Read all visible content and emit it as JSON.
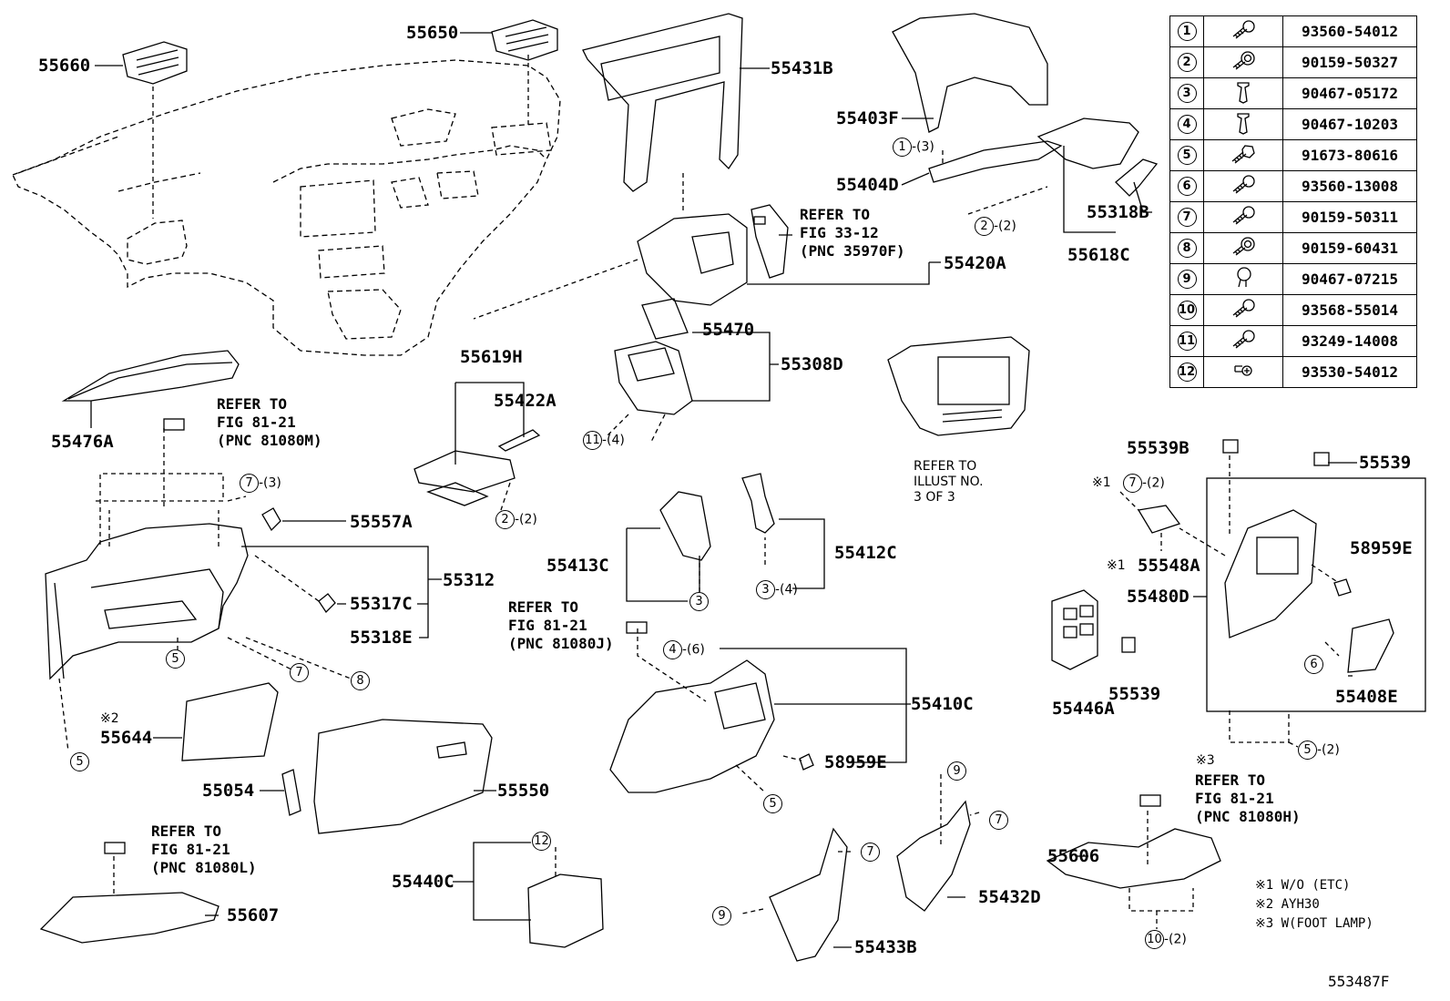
{
  "figure_code": "553487F",
  "legend": [
    {
      "num": "1",
      "part": "93560-54012",
      "icon": "screw-icon"
    },
    {
      "num": "2",
      "part": "90159-50327",
      "icon": "screw-washer-icon"
    },
    {
      "num": "3",
      "part": "90467-05172",
      "icon": "clip-icon"
    },
    {
      "num": "4",
      "part": "90467-10203",
      "icon": "clip-icon"
    },
    {
      "num": "5",
      "part": "91673-80616",
      "icon": "bolt-icon"
    },
    {
      "num": "6",
      "part": "93560-13008",
      "icon": "screw-icon"
    },
    {
      "num": "7",
      "part": "90159-50311",
      "icon": "screw-icon"
    },
    {
      "num": "8",
      "part": "90159-60431",
      "icon": "screw-washer-icon"
    },
    {
      "num": "9",
      "part": "90467-07215",
      "icon": "push-clip-icon"
    },
    {
      "num": "10",
      "part": "93568-55014",
      "icon": "screw-icon"
    },
    {
      "num": "11",
      "part": "93249-14008",
      "icon": "screw-icon"
    },
    {
      "num": "12",
      "part": "93530-54012",
      "icon": "flat-screw-icon"
    }
  ],
  "parts": {
    "p55660": "55660",
    "p55650": "55650",
    "p55431B": "55431B",
    "p55403F": "55403F",
    "p55404D": "55404D",
    "p55318B": "55318B",
    "p55618C": "55618C",
    "p55420A": "55420A",
    "p55470": "55470",
    "p55308D": "55308D",
    "p55619H": "55619H",
    "p55422A": "55422A",
    "p55476A": "55476A",
    "p55557A": "55557A",
    "p55312": "55312",
    "p55317C": "55317C",
    "p55318E": "55318E",
    "p55413C": "55413C",
    "p55412C": "55412C",
    "p55539B": "55539B",
    "p55539a": "55539",
    "p55539b": "55539",
    "p55548A": "55548A",
    "p58959Ea": "58959E",
    "p55480D": "55480D",
    "p55446A": "55446A",
    "p55408E": "55408E",
    "p55644": "55644",
    "p55054": "55054",
    "p55550": "55550",
    "p55410C": "55410C",
    "p58959Eb": "58959E",
    "p55607": "55607",
    "p55440C": "55440C",
    "p55433B": "55433B",
    "p55432D": "55432D",
    "p55606": "55606"
  },
  "refs": {
    "r1": [
      "REFER TO",
      "FIG 33-12",
      "(PNC 35970F)"
    ],
    "r2": [
      "REFER TO",
      "FIG 81-21",
      "(PNC 81080M)"
    ],
    "r3": [
      "REFER TO",
      "FIG 81-21",
      "(PNC 81080J)"
    ],
    "r4": [
      "REFER TO",
      "FIG 81-21",
      "(PNC 81080L)"
    ],
    "r5": [
      "REFER TO",
      "FIG 81-21",
      "(PNC 81080H)"
    ],
    "r6": [
      "REFER TO",
      "ILLUST NO.",
      "3 OF 3"
    ]
  },
  "callouts": {
    "c1_3": {
      "n": "1",
      "q": "-(3)"
    },
    "c2_2a": {
      "n": "2",
      "q": "-(2)"
    },
    "c2_2b": {
      "n": "2",
      "q": "-(2)"
    },
    "c11_4": {
      "n": "11",
      "q": "-(4)"
    },
    "c7_3": {
      "n": "7",
      "q": "-(3)"
    },
    "c3a": {
      "n": "3",
      "q": ""
    },
    "c3_4": {
      "n": "3",
      "q": "-(4)"
    },
    "c7_2": {
      "n": "7",
      "q": "-(2)"
    },
    "c4_6": {
      "n": "4",
      "q": "-(6)"
    },
    "c5a": {
      "n": "5",
      "q": ""
    },
    "c7a": {
      "n": "7",
      "q": ""
    },
    "c8": {
      "n": "8",
      "q": ""
    },
    "c5b": {
      "n": "5",
      "q": ""
    },
    "c5c": {
      "n": "5",
      "q": ""
    },
    "c6": {
      "n": "6",
      "q": ""
    },
    "c5_2": {
      "n": "5",
      "q": "-(2)"
    },
    "c9a": {
      "n": "9",
      "q": ""
    },
    "c7b": {
      "n": "7",
      "q": ""
    },
    "c7c": {
      "n": "7",
      "q": ""
    },
    "c9b": {
      "n": "9",
      "q": ""
    },
    "c12": {
      "n": "12",
      "q": ""
    },
    "c10_2": {
      "n": "10",
      "q": "-(2)"
    }
  },
  "marks": {
    "m1a": "※1",
    "m1b": "※1",
    "m2": "※2",
    "m3": "※3"
  },
  "notes": [
    {
      "mark": "※1",
      "text": "W/O (ETC)"
    },
    {
      "mark": "※2",
      "text": "AYH30"
    },
    {
      "mark": "※3",
      "text": "W(FOOT LAMP)"
    }
  ]
}
